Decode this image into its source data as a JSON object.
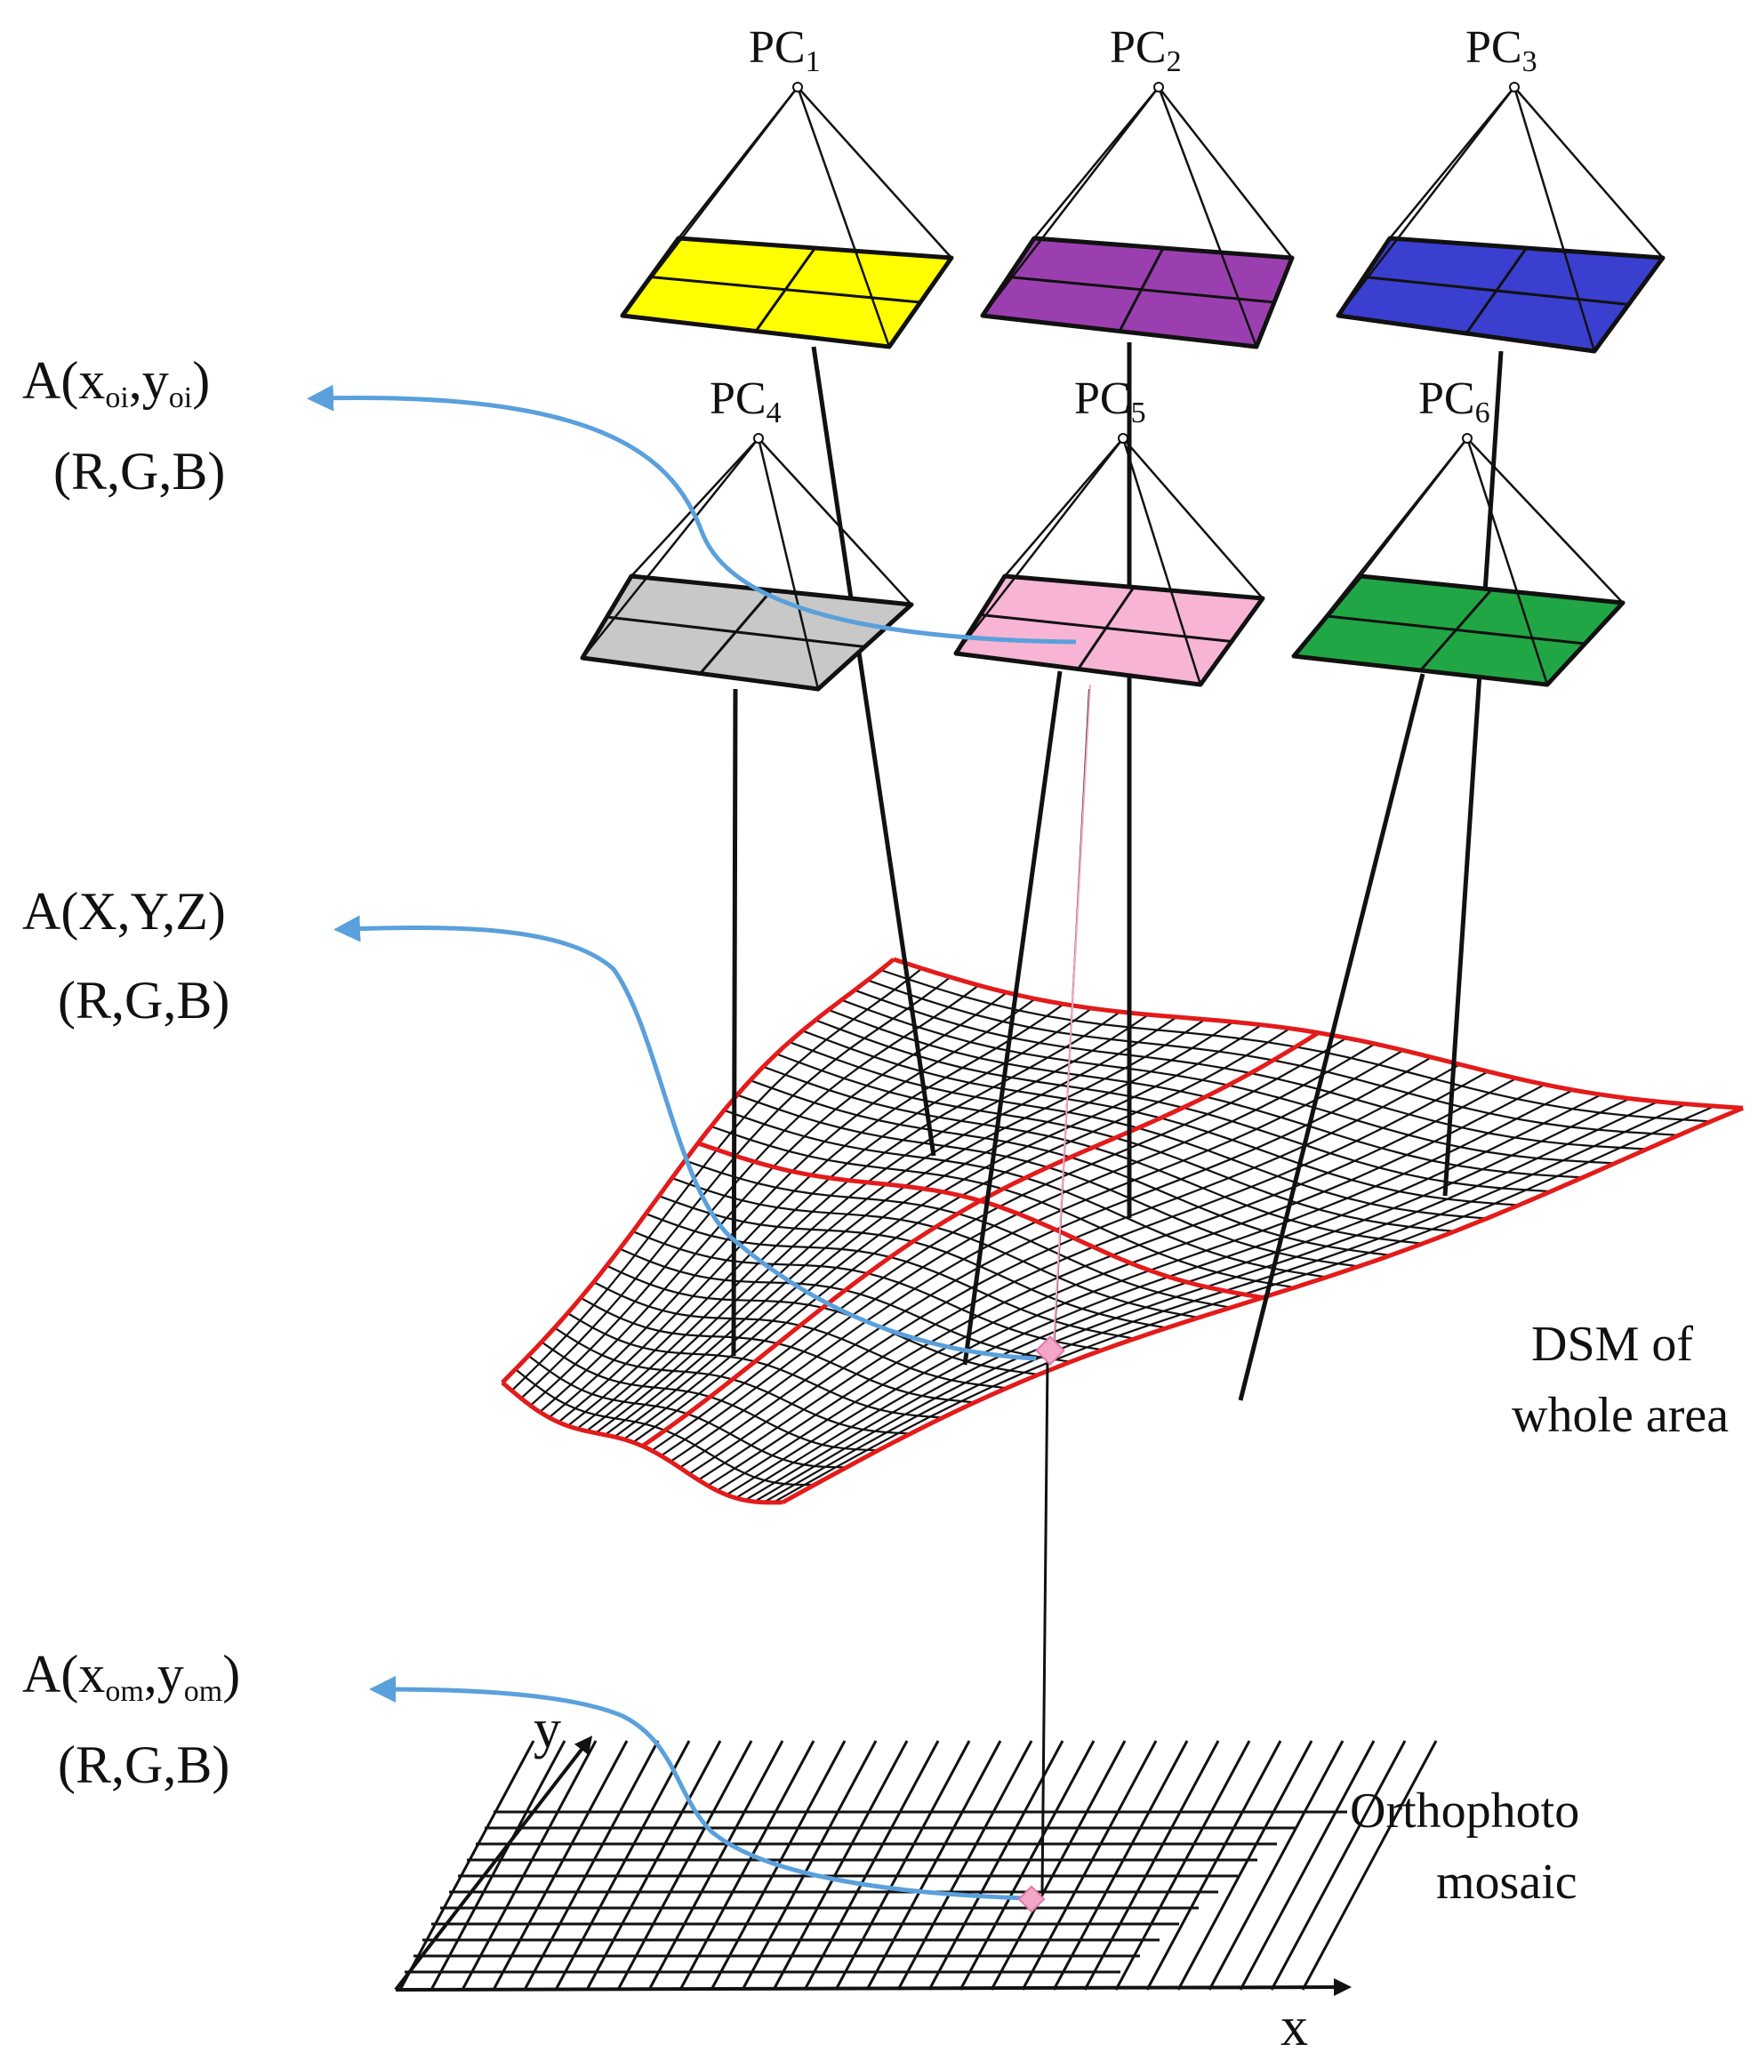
{
  "cameras": [
    {
      "id": "PC1",
      "label": "PC",
      "sub": "1",
      "color": "#ffff00"
    },
    {
      "id": "PC2",
      "label": "PC",
      "sub": "2",
      "color": "#9b3fb0"
    },
    {
      "id": "PC3",
      "label": "PC",
      "sub": "3",
      "color": "#3a3fcf"
    },
    {
      "id": "PC4",
      "label": "PC",
      "sub": "4",
      "color": "#c8c8c8"
    },
    {
      "id": "PC5",
      "label": "PC",
      "sub": "5",
      "color": "#f7b4d4"
    },
    {
      "id": "PC6",
      "label": "PC",
      "sub": "6",
      "color": "#21a645"
    }
  ],
  "labels": {
    "image_point": {
      "line1": "A(x",
      "line1_sub1": "oi",
      "line1_mid": ",y",
      "line1_sub2": "oi",
      "line1_end": ")",
      "line2": "(R,G,B)"
    },
    "ground_point": {
      "line1": "A(X,Y,Z)",
      "line2": "(R,G,B)"
    },
    "mosaic_point": {
      "line1": "A(x",
      "line1_sub1": "om",
      "line1_mid": ",y",
      "line1_sub2": "om",
      "line1_end": ")",
      "line2": "(R,G,B)"
    },
    "dsm": {
      "line1": "DSM of",
      "line2": "whole area"
    },
    "orthophoto": {
      "line1": "Orthophoto",
      "line2": "mosaic"
    },
    "axis_x": "x",
    "axis_y": "y"
  },
  "colors": {
    "arrow": "#5aa0dc",
    "dsm_border": "#e31b1b",
    "grid": "#111111",
    "point": "#f4a6c8"
  }
}
